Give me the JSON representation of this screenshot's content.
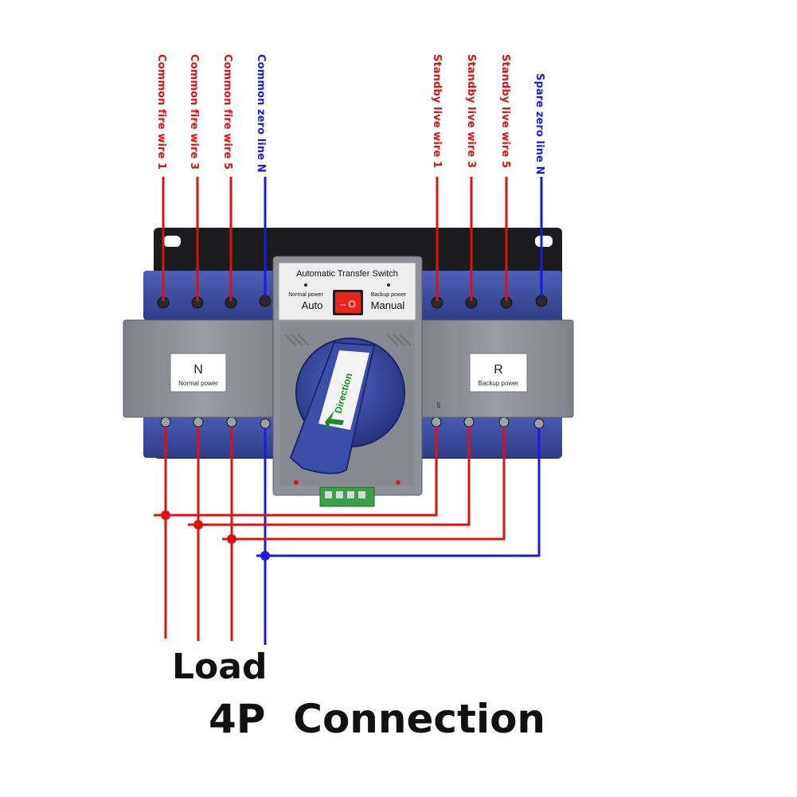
{
  "diagram": {
    "top_left_labels": [
      {
        "text": "Common fire wire 1",
        "color": "#e01010"
      },
      {
        "text": "Common fire wire 3",
        "color": "#e01010"
      },
      {
        "text": "Common fire wire 5",
        "color": "#e01010"
      },
      {
        "text": "Common zero line N",
        "color": "#1a1ae0"
      }
    ],
    "top_right_labels": [
      {
        "text": "Standby live wire 1",
        "color": "#e01010"
      },
      {
        "text": "Standby live wire 3",
        "color": "#e01010"
      },
      {
        "text": "Standby live wire 5",
        "color": "#e01010"
      },
      {
        "text": "Spare zero line N",
        "color": "#1a1ae0"
      }
    ],
    "device": {
      "panel_title": "Automatic Transfer Switch",
      "normal_power_small": "Normal power",
      "backup_power_small": "Backup power",
      "auto_label": "Auto",
      "manual_label": "Manual",
      "rocker_mark": "– O",
      "knob_text": "Direction",
      "knob_number": "5",
      "left_module_letter": "N",
      "left_module_caption": "Normal power",
      "right_module_letter": "R",
      "right_module_caption": "Backup power"
    },
    "bottom_title_1": "Load",
    "bottom_title_2": "4P  Connection",
    "colors": {
      "fire": "#e01010",
      "neutral": "#1a1ae0",
      "housing_blue": "#3d4fa3",
      "housing_grey": "#8a8d93",
      "switch_red": "#e8261d"
    }
  }
}
